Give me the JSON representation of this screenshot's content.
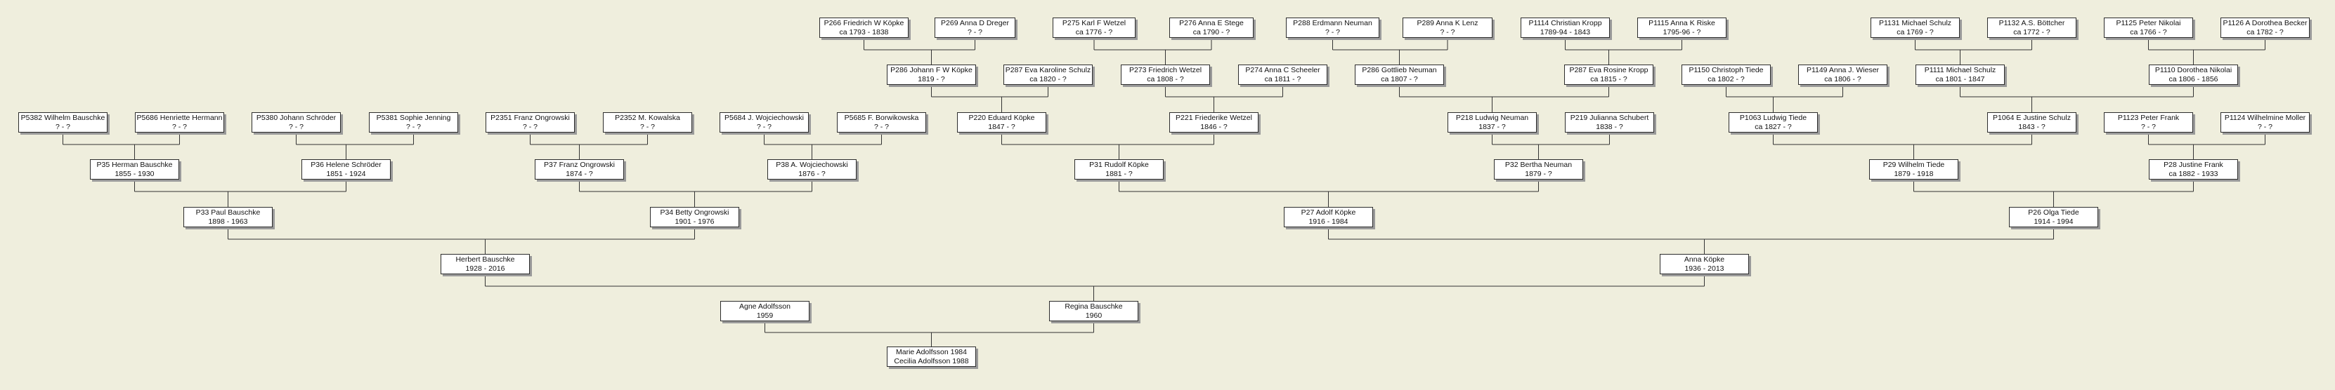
{
  "persons": {
    "p266": {
      "line1": "P266 Friedrich W Köpke",
      "line2": "ca 1793 - 1838"
    },
    "p269": {
      "line1": "P269 Anna D Dreger",
      "line2": "? - ?"
    },
    "p275": {
      "line1": "P275 Karl F Wetzel",
      "line2": "ca 1776 - ?"
    },
    "p276": {
      "line1": "P276 Anna E Stege",
      "line2": "ca 1790 - ?"
    },
    "p288": {
      "line1": "P288 Erdmann Neuman",
      "line2": "? - ?"
    },
    "p289": {
      "line1": "P289 Anna K Lenz",
      "line2": "? - ?"
    },
    "p1114": {
      "line1": "P1114 Christian Kropp",
      "line2": "1789-94 - 1843"
    },
    "p1115": {
      "line1": "P1115 Anna K  Riske",
      "line2": "1795-96 - ?"
    },
    "p1131": {
      "line1": "P1131 Michael Schulz",
      "line2": "ca 1769 - ?"
    },
    "p1132": {
      "line1": "P1132 A.S. Böttcher",
      "line2": "ca 1772 - ?"
    },
    "p1125": {
      "line1": "P1125 Peter Nikolai",
      "line2": "ca 1766 - ?"
    },
    "p1126": {
      "line1": "P1126 A Dorothea Becker",
      "line2": "ca 1782 - ?"
    },
    "p286": {
      "line1": "P286 Johann F W Köpke",
      "line2": "1819 - ?"
    },
    "p287": {
      "line1": "P287 Eva Karoline Schulz",
      "line2": "ca 1820 - ?"
    },
    "p273": {
      "line1": "P273 Friedrich Wetzel",
      "line2": "ca 1808 - ?"
    },
    "p274": {
      "line1": "P274 Anna C Scheeler",
      "line2": "ca 1811 - ?"
    },
    "p286b": {
      "line1": "P286 Gottlieb Neuman",
      "line2": "ca 1807 - ?"
    },
    "p287b": {
      "line1": "P287 Eva Rosine Kropp",
      "line2": "ca 1815 - ?"
    },
    "p1150": {
      "line1": "P1150 Christoph Tiede",
      "line2": "ca 1802 - ?"
    },
    "p1149": {
      "line1": "P1149 Anna J.  Wieser",
      "line2": "ca 1806 - ?"
    },
    "p1111": {
      "line1": "P1111 Michael Schulz",
      "line2": "ca 1801 - 1847"
    },
    "p1110": {
      "line1": "P1110 Dorothea Nikolai",
      "line2": "ca 1806 - 1856"
    },
    "p5382": {
      "line1": "P5382 Wilhelm  Bauschke",
      "line2": "? - ?"
    },
    "p5686": {
      "line1": "P5686 Henriette Hermann",
      "line2": "? - ?"
    },
    "p5380": {
      "line1": "P5380 Johann Schröder",
      "line2": "? - ?"
    },
    "p5381": {
      "line1": "P5381 Sophie Jenning",
      "line2": "? - ?"
    },
    "p2351": {
      "line1": "P2351 Franz Ongrowski",
      "line2": "? - ?"
    },
    "p2352": {
      "line1": "P2352 M.  Kowalska",
      "line2": "? - ?"
    },
    "p5684": {
      "line1": "P5684 J. Wojciechowski",
      "line2": "? - ?"
    },
    "p5685": {
      "line1": "P5685 F. Borwikowska",
      "line2": "? - ?"
    },
    "p220": {
      "line1": "P220 Eduard Köpke",
      "line2": "1847 - ?"
    },
    "p221": {
      "line1": "P221 Friederike Wetzel",
      "line2": "1846 - ?"
    },
    "p218": {
      "line1": "P218 Ludwig Neuman",
      "line2": "1837 - ?"
    },
    "p219": {
      "line1": "P219 Julianna  Schubert",
      "line2": "1838 - ?"
    },
    "p1063": {
      "line1": "P1063 Ludwig Tiede",
      "line2": "ca 1827 - ?"
    },
    "p1064": {
      "line1": "P1064 E Justine Schulz",
      "line2": "1843 - ?"
    },
    "p1123": {
      "line1": "P1123 Peter Frank",
      "line2": "? - ?"
    },
    "p1124": {
      "line1": "P1124 Wilhelmine  Moller",
      "line2": "? - ?"
    },
    "p35": {
      "line1": "P35 Herman  Bauschke",
      "line2": "1855 - 1930"
    },
    "p36": {
      "line1": "P36 Helene  Schröder",
      "line2": "1851 - 1924"
    },
    "p37": {
      "line1": "P37 Franz Ongrowski",
      "line2": "1874 - ?"
    },
    "p38": {
      "line1": "P38 A. Wojciechowski",
      "line2": "1876 - ?"
    },
    "p31": {
      "line1": "P31 Rudolf Köpke",
      "line2": "1881 - ?"
    },
    "p32": {
      "line1": "P32 Bertha Neuman",
      "line2": "1879 - ?"
    },
    "p29": {
      "line1": "P29 Wilhelm  Tiede",
      "line2": "1879 - 1918"
    },
    "p28": {
      "line1": "P28 Justine Frank",
      "line2": "ca 1882 - 1933"
    },
    "p33": {
      "line1": "P33 Paul Bauschke",
      "line2": "1898 - 1963"
    },
    "p34": {
      "line1": "P34 Betty Ongrowski",
      "line2": "1901 - 1976"
    },
    "p27": {
      "line1": "P27 Adolf Köpke",
      "line2": "1916 - 1984"
    },
    "p26": {
      "line1": "P26 Olga Tiede",
      "line2": "1914 - 1994"
    },
    "herbert": {
      "line1": "Herbert Bauschke",
      "line2": "1928 - 2016"
    },
    "anna": {
      "line1": "Anna Köpke",
      "line2": "1936 - 2013"
    },
    "agne": {
      "line1": "Agne Adolfsson",
      "line2": "1959"
    },
    "regina": {
      "line1": "Regina Bauschke",
      "line2": "1960"
    },
    "children": {
      "line1": "Marie Adolfsson 1984",
      "line2": "Cecilia Adolfsson 1988"
    }
  },
  "colors": {
    "background": "#efeedd",
    "box": "#ffffff",
    "border": "#2c2c2c",
    "line": "#333333",
    "shadow": "#9a9a9a"
  }
}
